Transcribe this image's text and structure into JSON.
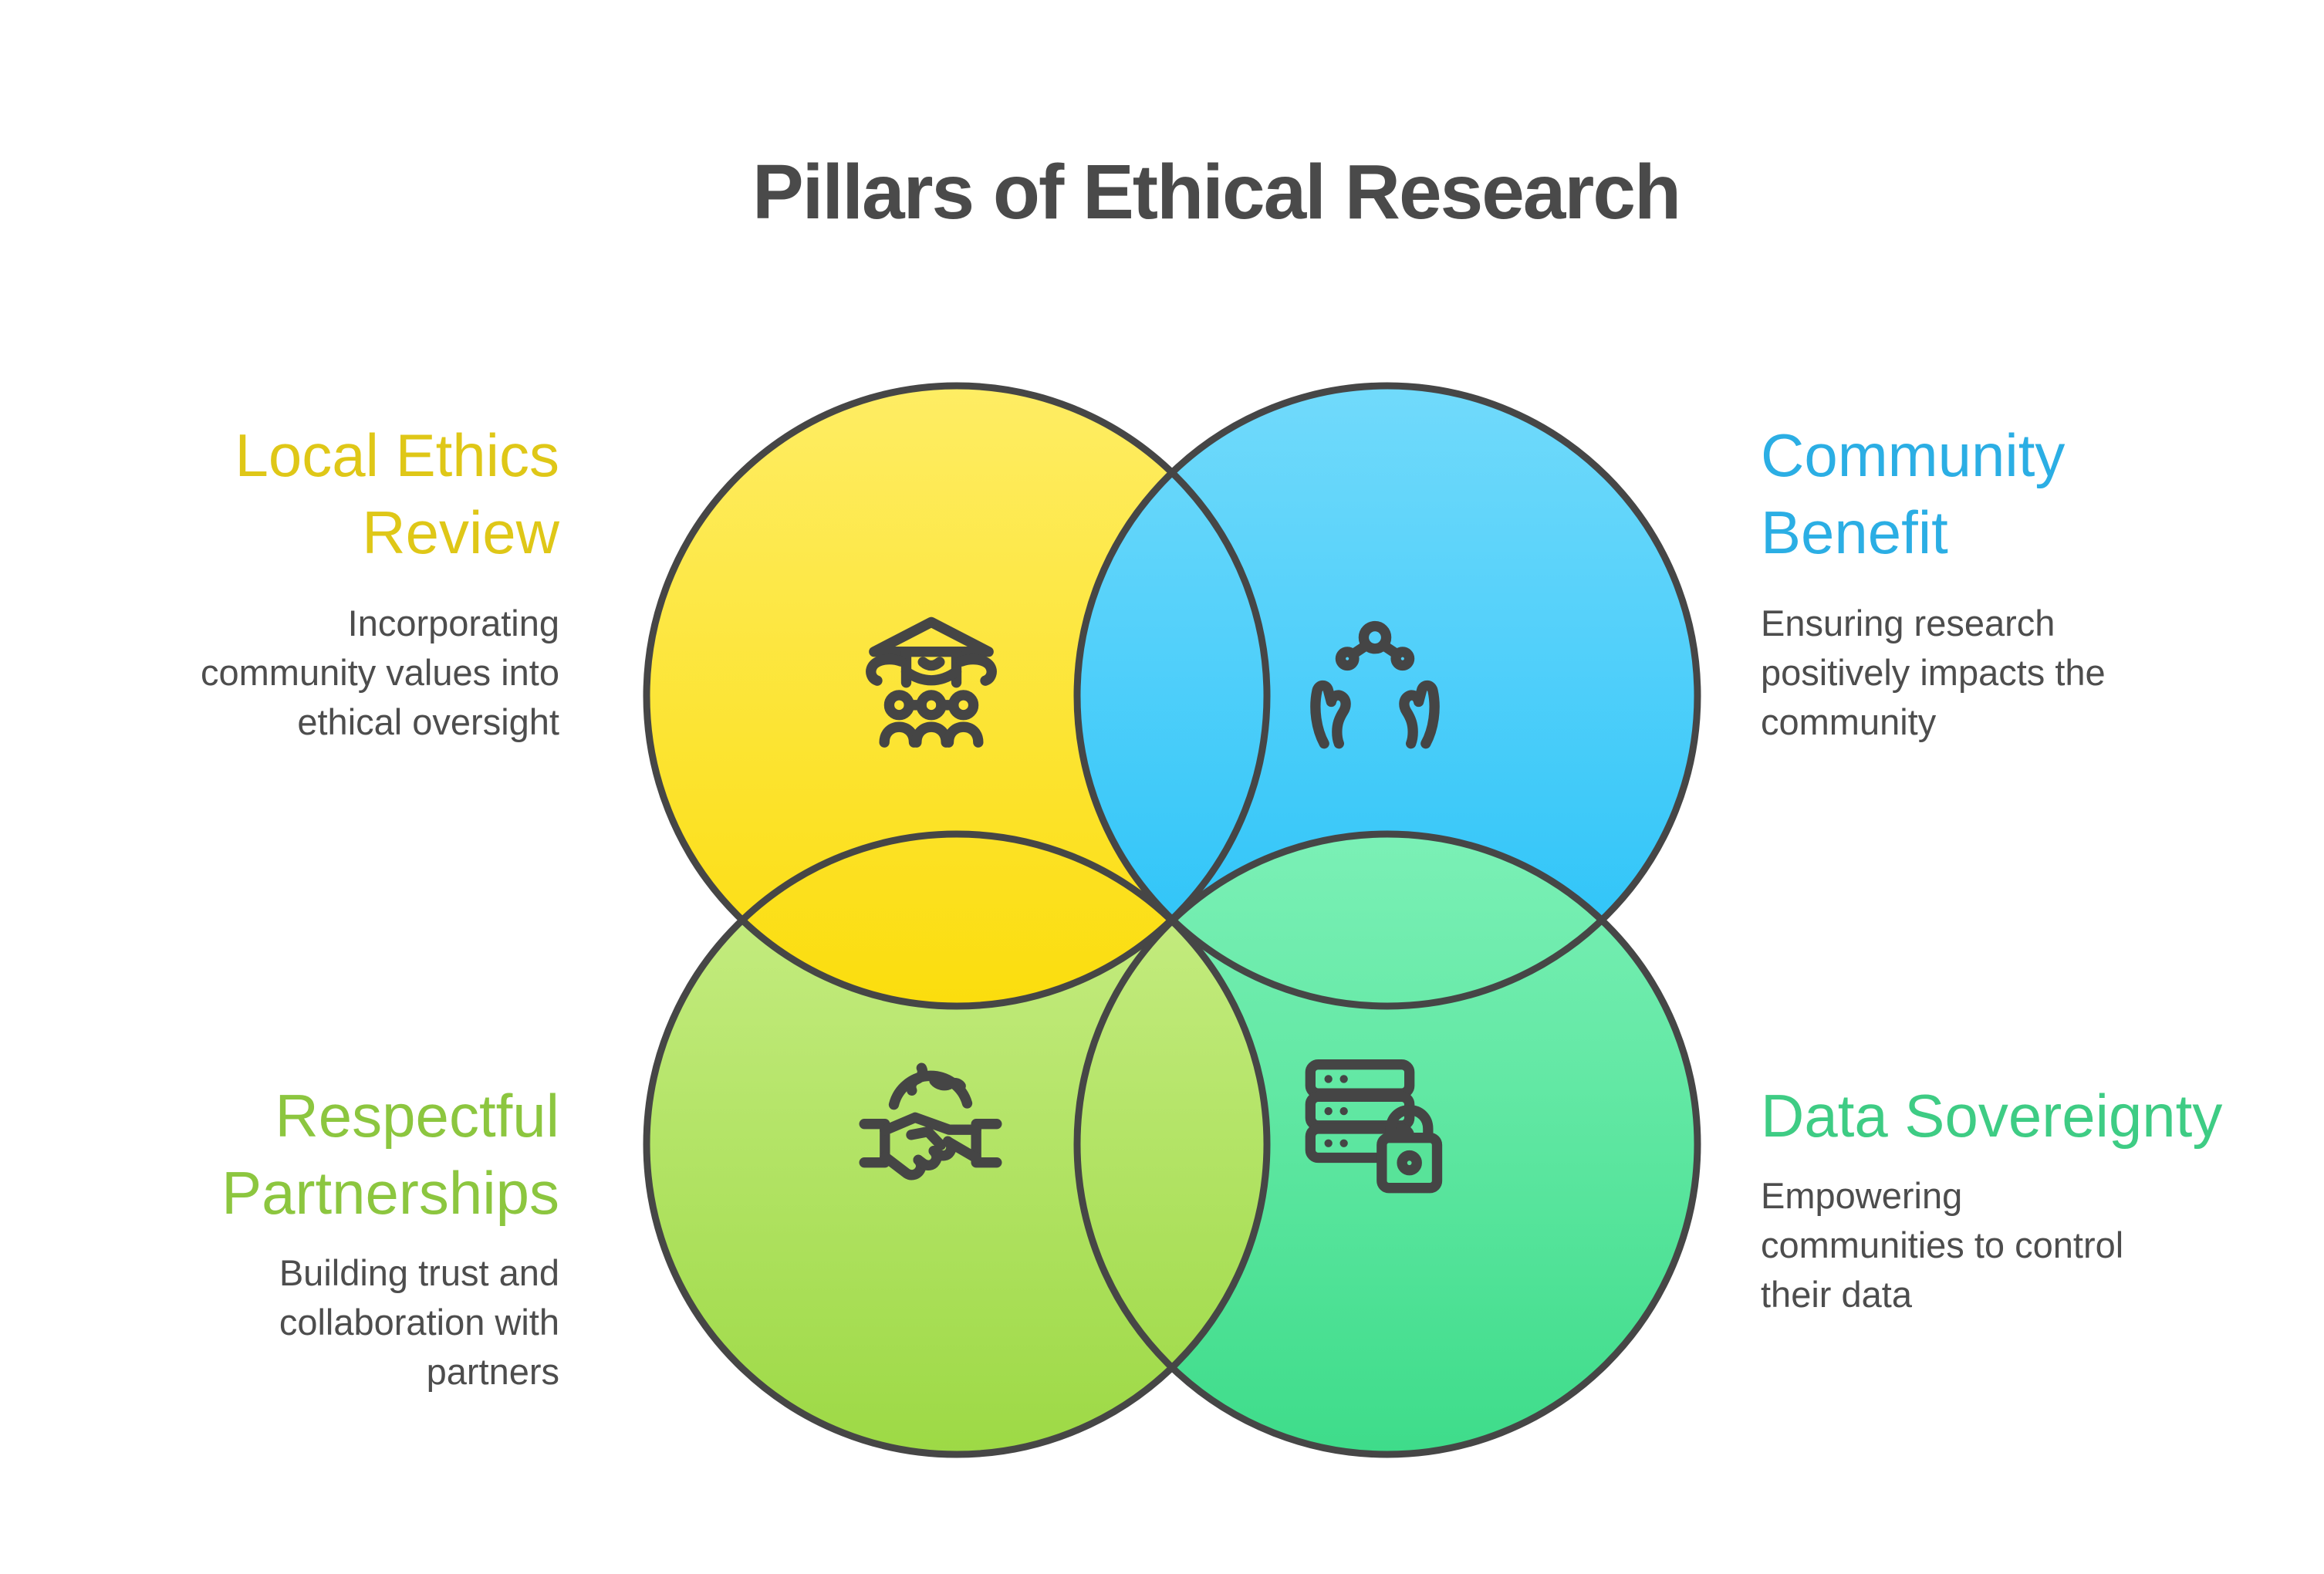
{
  "title": "Pillars of Ethical Research",
  "colors": {
    "title_text": "#4A4A4A",
    "body_text": "#4D4D4D",
    "circle_outline": "#464646",
    "icon_stroke": "#454545",
    "lock_plate": "#58E399",
    "background": "#FFFFFF"
  },
  "venn": {
    "gradients": {
      "yellow": {
        "top": "#FEED64",
        "bottom": "#FBDD0D"
      },
      "blue": {
        "top": "#71DAFB",
        "bottom": "#28C2F8"
      },
      "green": {
        "top": "#C9EE87",
        "bottom": "#9DD945"
      },
      "teal": {
        "top": "#7BF0B6",
        "bottom": "#3EDC8A"
      }
    }
  },
  "pillars": [
    {
      "id": "local-ethics-review",
      "position": "top-left",
      "accent_color": "#DFC717",
      "icon": "community-shelter-icon",
      "label": "Local Ethics Review",
      "label_lines": [
        "Local Ethics",
        "Review"
      ],
      "description": "Incorporating community values into ethical oversight",
      "description_lines": [
        "Incorporating",
        "community values into",
        "ethical oversight"
      ]
    },
    {
      "id": "community-benefit",
      "position": "top-right",
      "accent_color": "#2BAEE4",
      "icon": "hands-molecule-icon",
      "label": "Community Benefit",
      "label_lines": [
        "Community",
        "Benefit"
      ],
      "description": "Ensuring research positively impacts the community",
      "description_lines": [
        "Ensuring research",
        "positively impacts the",
        "community"
      ]
    },
    {
      "id": "respectful-partnerships",
      "position": "bottom-left",
      "accent_color": "#8CC63F",
      "icon": "handshake-globe-icon",
      "label": "Respectful Partnerships",
      "label_lines": [
        "Respectful",
        "Partnerships"
      ],
      "description": "Building trust and collaboration with partners",
      "description_lines": [
        "Building trust and",
        "collaboration with",
        "partners"
      ]
    },
    {
      "id": "data-sovereignty",
      "position": "bottom-right",
      "accent_color": "#3ECC84",
      "icon": "server-lock-icon",
      "label": "Data Sovereignty",
      "label_lines": [
        "Data Sovereignty"
      ],
      "description": "Empowering communities to control their data",
      "description_lines": [
        "Empowering",
        "communities to control",
        "their data"
      ]
    }
  ]
}
